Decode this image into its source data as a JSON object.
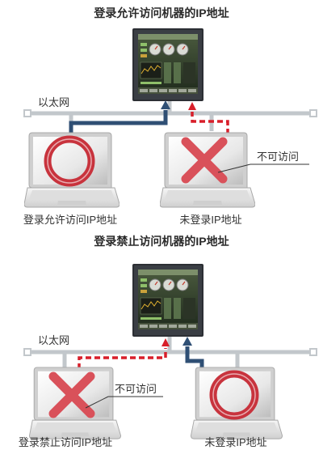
{
  "colors": {
    "network_line": "#c2c7cb",
    "allowed_path": "#2f4f74",
    "denied_path": "#d81f2a",
    "ok_mark": "#c8333d",
    "x_mark": "#d9515a",
    "hmi_body": "#2c2f34"
  },
  "section_allow": {
    "title": "登录允许访问机器的IP地址",
    "network_label": "以太网",
    "pc_left_label": "登录允许访问IP地址",
    "pc_right_label": "未登录IP地址",
    "denied_note": "不可访问",
    "pc_left_mark": "circle-mark",
    "pc_right_mark": "cross-mark"
  },
  "section_deny": {
    "title": "登录禁止访问机器的IP地址",
    "network_label": "以太网",
    "pc_left_label": "登录禁止访问IP地址",
    "pc_right_label": "未登录IP地址",
    "denied_note": "不可访问",
    "pc_left_mark": "cross-mark",
    "pc_right_mark": "circle-mark"
  }
}
